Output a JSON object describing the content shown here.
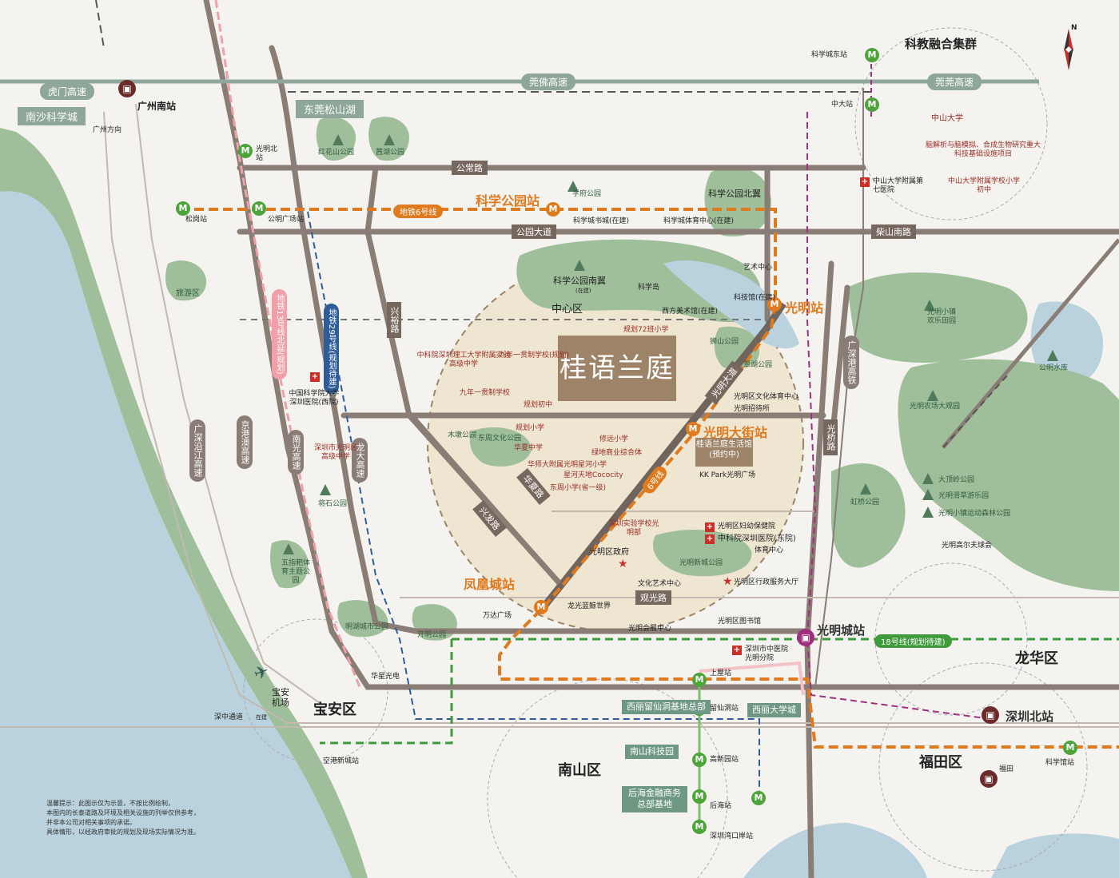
{
  "project": {
    "name": "桂语兰庭",
    "sub_title": "桂语兰庭生活馆",
    "sub_note": "(预约中)"
  },
  "highways": {
    "humen": "虎门高速",
    "guanfo": "莞佛高速",
    "guanguan": "莞莞高速",
    "guangshen_yanjiang": "广深沿江高速",
    "jinggang_ao": "京港澳高速",
    "nanguang": "南光高速",
    "longda": "龙大高速",
    "guanshen": "广深港高铁"
  },
  "roads": {
    "gongchang": "公常路",
    "gongyuan": "公园大道",
    "chaishan": "柴山南路",
    "xingyu": "兴裕路",
    "xingfa": "兴发路",
    "guangming_dadao": "光明大道",
    "guanguang": "观光路",
    "guanghua": "光桥路",
    "huaxia": "华夏路",
    "dongguan_songshan": "东莞松山湖",
    "nansha": "南沙科学城"
  },
  "metro_lines": {
    "line6": "地铁6号线",
    "line13": "地铁13号线北延(规划)",
    "line29": "地铁29号线(规划待建)",
    "line18": "18号线(规划待建)",
    "line6_short": "6号线"
  },
  "stations": {
    "guangzhou_nan": "广州南站",
    "guangzhou_dir": "广州方向",
    "guangming_bei": "光明北站",
    "songgang": "松岗站",
    "gongming": "公明广场站",
    "kexue_gongyuan": "科学公园站",
    "guangming": "光明站",
    "guangming_dajie": "光明大街站",
    "fenghuang": "凤凰城站",
    "guangming_cheng": "光明城站",
    "shenzhen_bei": "深圳北站",
    "kexuecheng_dong": "科学城东站",
    "zhongda": "中大站",
    "shangwu": "上屋站",
    "liuxiandong": "留仙洞站",
    "gaoxinyuan": "高新园站",
    "houhai": "后海站",
    "shenzhenwan": "深圳湾口岸站",
    "kexueguan": "科学馆站",
    "futian": "福田",
    "konggang": "空港新城站",
    "shenzhong": "深中通道",
    "shenzhong_note": "在建"
  },
  "districts": {
    "baoan": "宝安区",
    "nanshan": "南山区",
    "futian": "福田区",
    "longhua": "龙华区",
    "center": "中心区",
    "airport": "宝安机场",
    "cluster": "科教融合集群",
    "lvyou": "旅游区"
  },
  "parks": [
    {
      "name": "红花山公园"
    },
    {
      "name": "茜湖公园"
    },
    {
      "name": "学府公园"
    },
    {
      "name": "科学公园北翼"
    },
    {
      "name": "科学公园南翼",
      "note": "(在建)"
    },
    {
      "name": "科学岛"
    },
    {
      "name": "狮山公园"
    },
    {
      "name": "翠湖公园"
    },
    {
      "name": "木墩公园"
    },
    {
      "name": "东周文化公园"
    },
    {
      "name": "将石公园"
    },
    {
      "name": "五指耙体育主题公园"
    },
    {
      "name": "明湖城市公园"
    },
    {
      "name": "开明公园"
    },
    {
      "name": "光明新城公园"
    },
    {
      "name": "虹桥公园"
    },
    {
      "name": "大顶岭公园"
    },
    {
      "name": "光明滑草游乐园"
    },
    {
      "name": "光明小镇运动森林公园"
    },
    {
      "name": "光明农场大观园"
    },
    {
      "name": "光明小镇欢乐田园"
    },
    {
      "name": "公明水库"
    }
  ],
  "facilities": [
    "中山大学",
    "脑解析与脑模拟、合成生物研究重大科技基础设施项目",
    "中山大学附属第七医院",
    "中山大学附属学校小学初中",
    "科学城书城(在建)",
    "科学城体育中心(在建)",
    "艺术中心",
    "科技馆(在建)",
    "西方美术馆(在建)",
    "规划72班小学",
    "中科院深圳理工大学附属实验高级中学",
    "九年一贯制学校(规划)",
    "九年一贯制学校",
    "规划初中",
    "规划小学",
    "华夏中学",
    "修远小学",
    "绿地商业综合体",
    "华师大附属光明星河小学",
    "星河天地Cococity",
    "东周小学(省一级)",
    "KK Park光明广场",
    "光明区文化体育中心",
    "光明招待所",
    "深圳实验学校光明部",
    "光明区政府",
    "光明区妇幼保健院",
    "中科院深圳医院(东院)",
    "体育中心",
    "文化艺术中心",
    "光明区行政服务大厅",
    "万达广场",
    "龙光蓝鲸世界",
    "光明会展中心",
    "光明区图书馆",
    "深圳市中医院光明分院",
    "中国科学院大学深圳医院(西院)",
    "深圳市光明区高级中学",
    "华星光电",
    "光明高尔夫球会"
  ],
  "bases": {
    "xili_liuxian": "西丽留仙洞基地总部",
    "xili_daxuecheng": "西丽大学城",
    "nanshan_keji": "南山科技园",
    "houhai_jinrong": "后海金融商务总部基地"
  },
  "compass": "N",
  "disclaimer": "温馨提示：此图示仅为示意，不按比例绘制，\n本图内的长泰道路及环境及相关设施的列举仅供参考，\n并非本公司对相关事项的承诺。\n具体情形，以经政府审批的规划及现场实际情况为准。"
}
